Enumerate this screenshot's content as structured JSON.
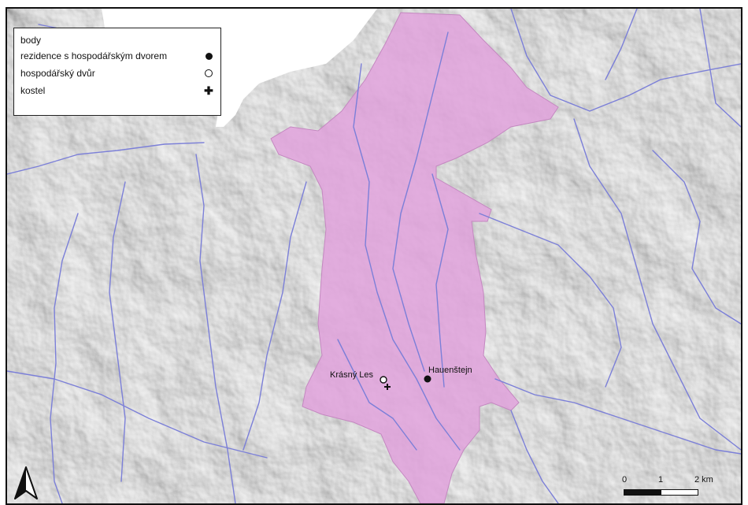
{
  "legend": {
    "title": "body",
    "items": [
      {
        "label": "rezidence s hospodářským dvorem",
        "icon": "filled-dot-icon"
      },
      {
        "label": "hospodářský dvůr",
        "icon": "open-dot-icon"
      },
      {
        "label": "kostel",
        "icon": "cross-icon"
      }
    ]
  },
  "places": [
    {
      "label": "Krásný Les"
    },
    {
      "label": "Hauenštejn"
    }
  ],
  "scale": {
    "ticks": [
      "0",
      "1",
      "2 km"
    ]
  },
  "north_arrow": {
    "icon": "north-arrow-icon"
  },
  "colors": {
    "highlight_area": "#e0a2dc",
    "rivers": "#7b7fd8",
    "terrain": "#bdbdbd"
  }
}
